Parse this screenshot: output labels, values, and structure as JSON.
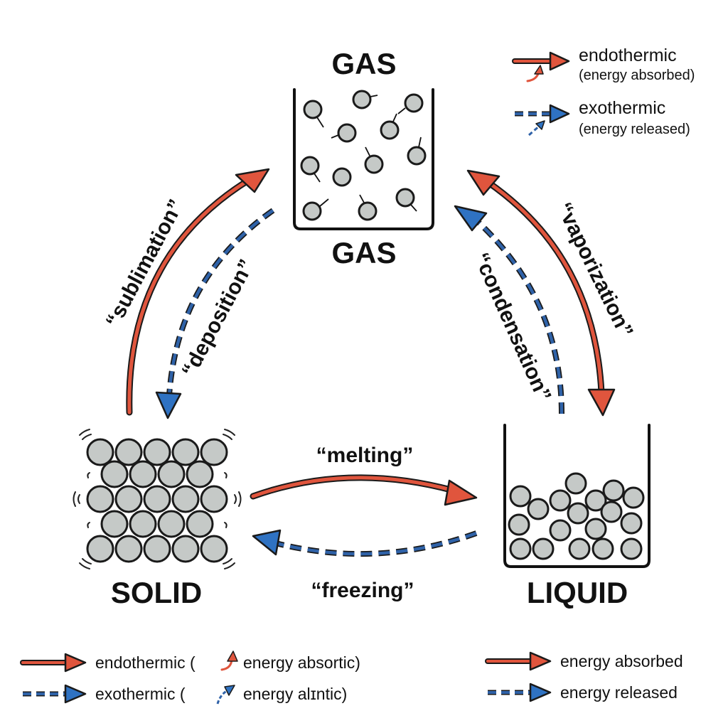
{
  "states": {
    "gas_top": "GAS",
    "gas_bottom": "GAS",
    "solid": "SOLID",
    "liquid": "LIQUID"
  },
  "processes": {
    "sublimation": "“sublimation”",
    "deposition": "“deposition”",
    "vaporization": "“vaporization”",
    "condensation": "“condensation”",
    "melting": "“melting”",
    "freezing": "“freezing”"
  },
  "legend_top": {
    "endo_title": "endothermic",
    "endo_sub": "(energy absorbed)",
    "exo_title": "exothermic",
    "exo_sub": "(energy released)"
  },
  "legend_bottom_left": {
    "endo_a": "endothermic (",
    "endo_b": "energy absortic)",
    "exo_a": "exothermic (",
    "exo_b": "energy alɪntic)"
  },
  "legend_bottom_right": {
    "absorbed": "energy absorbed",
    "released": "energy released"
  },
  "colors": {
    "endothermic": "#e0553d",
    "exothermic": "#2f62a8",
    "particle": "#c5c9c7"
  }
}
